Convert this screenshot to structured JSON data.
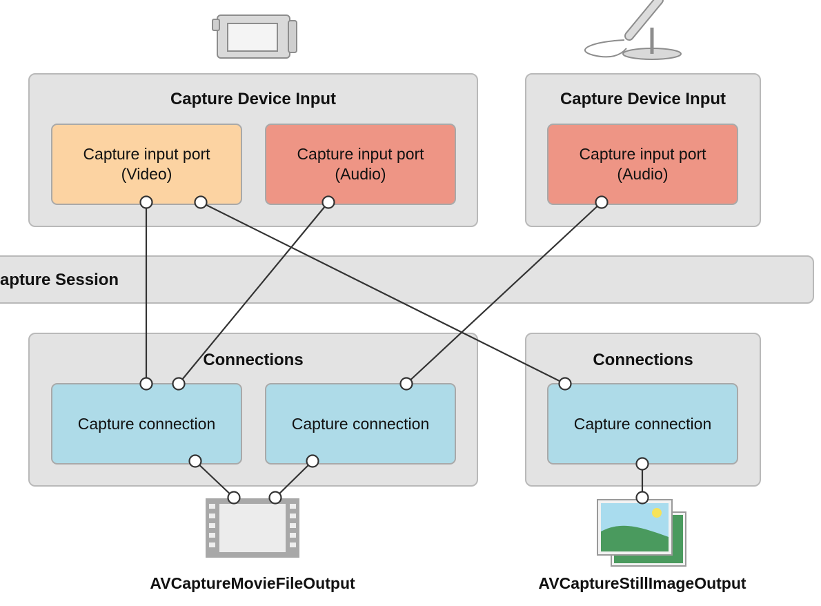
{
  "inputs": {
    "left": {
      "title": "Capture Device Input",
      "ports": [
        {
          "line1": "Capture input port",
          "line2": "(Video)",
          "kind": "video"
        },
        {
          "line1": "Capture input port",
          "line2": "(Audio)",
          "kind": "audio"
        }
      ]
    },
    "right": {
      "title": "Capture Device Input",
      "ports": [
        {
          "line1": "Capture input port",
          "line2": "(Audio)",
          "kind": "audio"
        }
      ]
    }
  },
  "session": {
    "label": "apture Session"
  },
  "connections": {
    "left": {
      "title": "Connections",
      "items": [
        "Capture connection",
        "Capture connection"
      ]
    },
    "right": {
      "title": "Connections",
      "items": [
        "Capture connection"
      ]
    }
  },
  "outputs": {
    "movie": {
      "label": "AVCaptureMovieFileOutput",
      "icon": "film-strip-icon"
    },
    "still": {
      "label": "AVCaptureStillImageOutput",
      "icon": "photo-stack-icon"
    }
  },
  "devices": {
    "left": {
      "icon": "video-camera-icon"
    },
    "right": {
      "icon": "microphone-icon"
    }
  },
  "colors": {
    "video_port": "#fcd3a2",
    "audio_port": "#ee9585",
    "connection": "#aedbe8",
    "group_bg": "#e3e3e3"
  }
}
